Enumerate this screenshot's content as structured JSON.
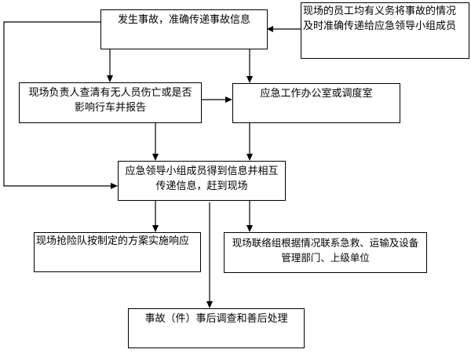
{
  "flowchart": {
    "nodes": {
      "incident": {
        "text": "发生事故，准确传递事故信息"
      },
      "staff_duty": {
        "line1": "现场的员工均有义务将事故的情况",
        "line2": "及时准确传递给应急领导小组成员"
      },
      "site_check": {
        "line1": "现场负责人查清有无人员伤亡或是否",
        "line2": "影响行车并报告"
      },
      "office": {
        "text": "应急工作办公室或调度室"
      },
      "leadership": {
        "line1": "应急领导小组成员得到信息并相互",
        "line2": "传递信息，赶到现场"
      },
      "rescue_team": {
        "text": "现场抢险队按制定的方案实施响应"
      },
      "liaison": {
        "line1": "现场联络组根据情况联系急救、运输及设备",
        "line2": "管理部门、上级单位"
      },
      "aftermath": {
        "text": "事故（件）事后调查和善后处理"
      }
    },
    "edges": [
      {
        "from": "staff_duty",
        "to": "incident"
      },
      {
        "from": "incident",
        "to": "site_check"
      },
      {
        "from": "incident",
        "to": "office"
      },
      {
        "from": "incident",
        "to": "leadership"
      },
      {
        "from": "site_check",
        "to": "office"
      },
      {
        "from": "site_check",
        "to": "leadership"
      },
      {
        "from": "office",
        "to": "leadership"
      },
      {
        "from": "leadership",
        "to": "rescue_team"
      },
      {
        "from": "leadership",
        "to": "liaison"
      },
      {
        "from": "leadership",
        "to": "aftermath"
      }
    ]
  }
}
